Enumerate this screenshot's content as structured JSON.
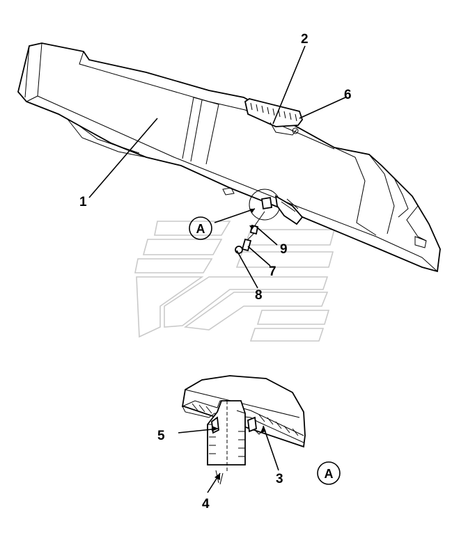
{
  "labels": {
    "l1": "1",
    "l2": "2",
    "l3": "3",
    "l4": "4",
    "l5": "5",
    "l6": "6",
    "l7": "7",
    "l8": "8",
    "l9": "9"
  },
  "detail_markers": {
    "top": "A",
    "bottom": "A"
  }
}
